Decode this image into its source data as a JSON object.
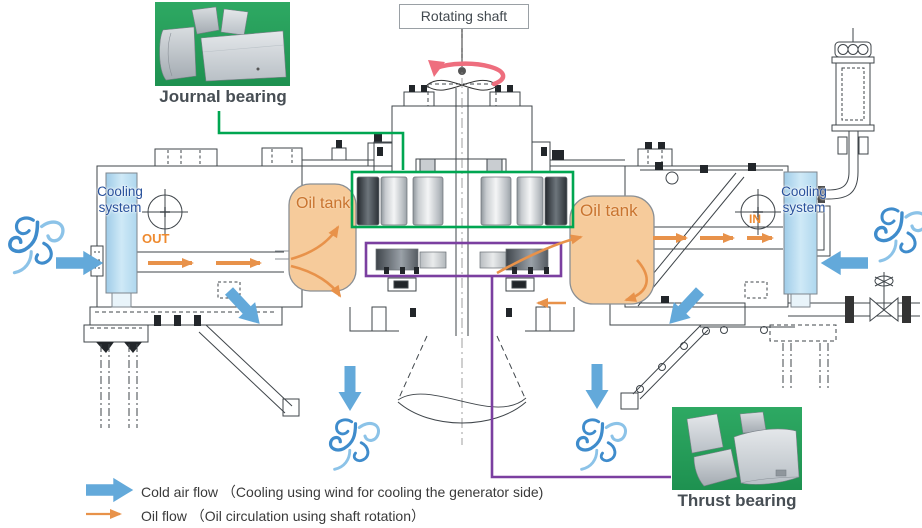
{
  "diagram": {
    "callouts": {
      "rotating_shaft": "Rotating shaft",
      "journal_bearing": "Journal bearing",
      "thrust_bearing": "Thrust bearing"
    },
    "labels": {
      "cooling_system_left": "Cooling system",
      "cooling_system_right": "Cooling system",
      "oil_tank_left": "Oil tank",
      "oil_tank_right": "Oil tank",
      "oil_out": "OUT",
      "oil_in": "IN"
    },
    "legend": {
      "cold_air": "Cold air flow （Cooling using wind for cooling the generator side)",
      "oil": "Oil flow （Oil circulation using shaft rotation）"
    },
    "colors": {
      "cold_air_blue": "#63a9da",
      "oil_flow_orange": "#e8924a",
      "journal_highlight_green": "#00a651",
      "thrust_highlight_purple": "#7b3fa0",
      "oil_tank_fill": "#f6cb9b",
      "cooling_tower_fill": "#bfe0f2",
      "rotation_arrow_red": "#ee6e7e"
    }
  }
}
